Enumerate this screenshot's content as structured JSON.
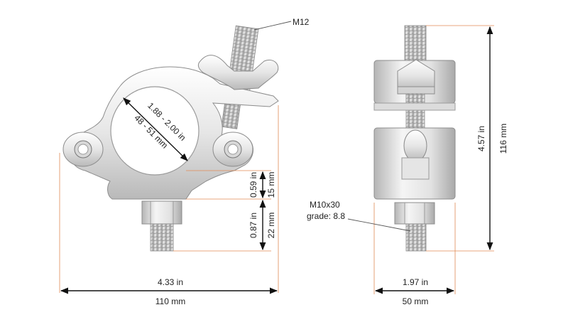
{
  "labels": {
    "bolt_top": "M12",
    "bolt_bottom_line1": "M10x30",
    "bolt_bottom_line2": "grade: 8.8",
    "bore_in": "1.88 - 2.00 in",
    "bore_mm": "48 - 51 mm",
    "gap_in": "0.59 in",
    "gap_mm": "15 mm",
    "thread_in": "0.87 in",
    "thread_mm": "22 mm",
    "width_in": "4.33 in",
    "width_mm": "110 mm",
    "depth_in": "1.97 in",
    "depth_mm": "50 mm",
    "height_in": "4.57 in",
    "height_mm": "116 mm"
  },
  "colors": {
    "extension_line": "#e08a55",
    "dimension_line": "#111111",
    "metal_light": "#f2f2f2",
    "metal_dark": "#a8a8a8"
  }
}
